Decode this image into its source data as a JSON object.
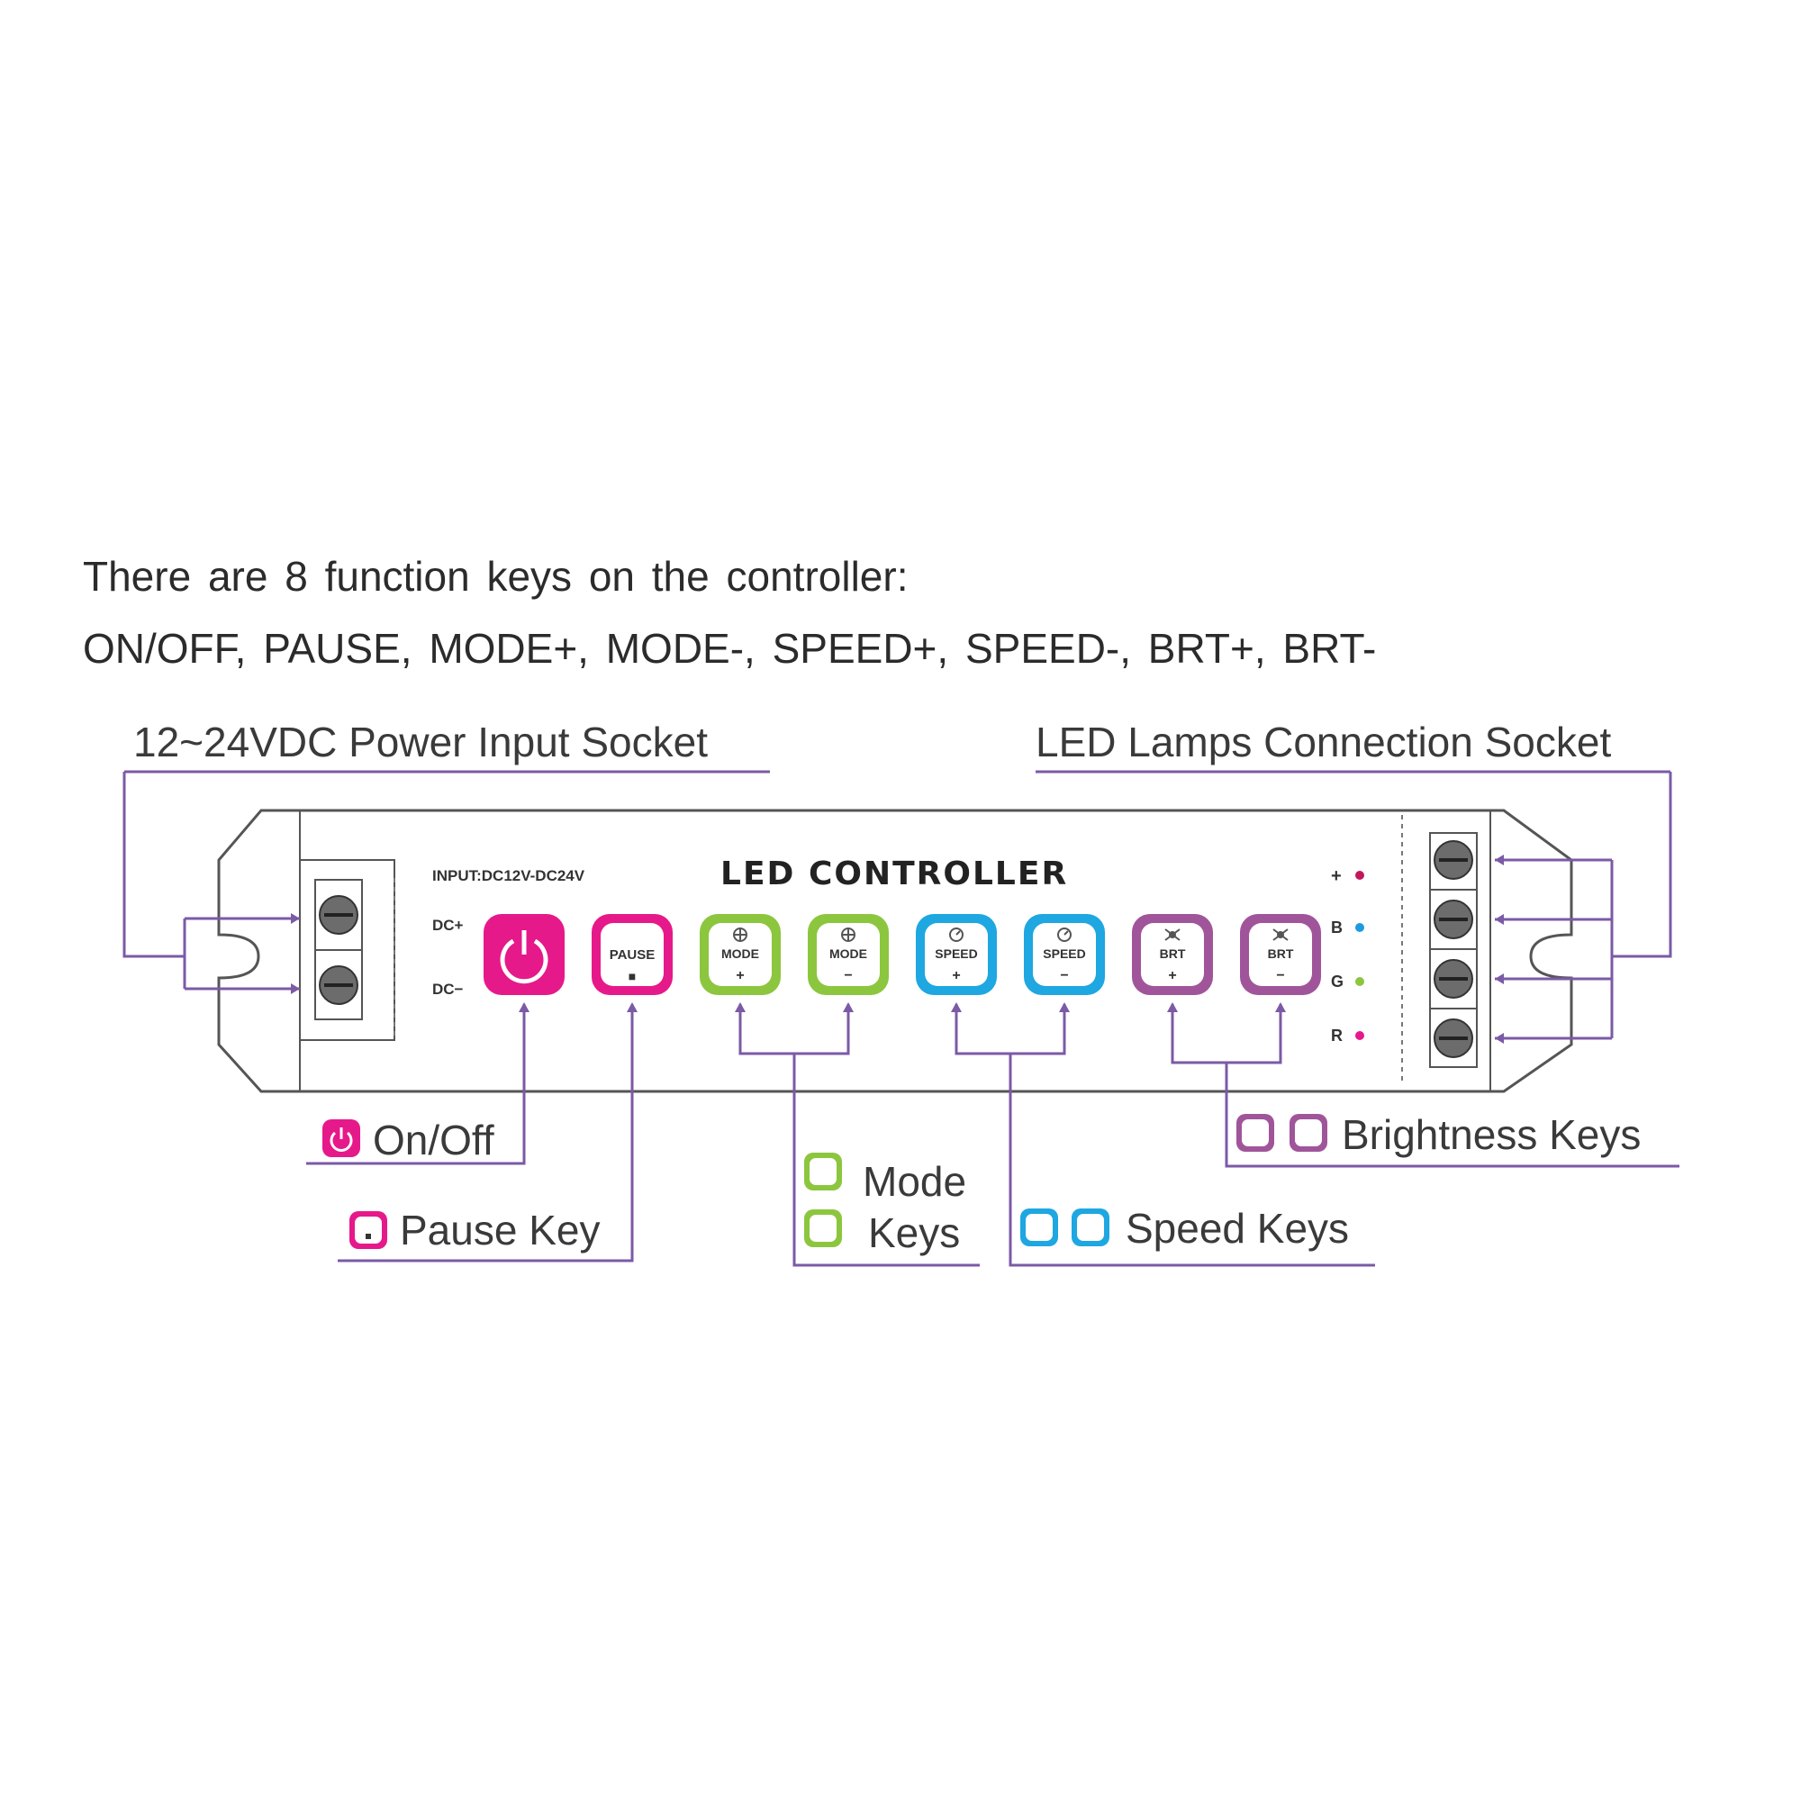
{
  "intro": {
    "line1": "There are 8 function keys on the controller:",
    "line2": "ON/OFF, PAUSE, MODE+, MODE-, SPEED+, SPEED-, BRT+, BRT-"
  },
  "sockets": {
    "power": "12~24VDC Power Input Socket",
    "led": "LED Lamps Connection Socket"
  },
  "device": {
    "title": "LED CONTROLLER",
    "input_label": "INPUT:DC12V-DC24V",
    "dc_plus": "DC+",
    "dc_minus": "DC−",
    "outputs": [
      {
        "label": "+",
        "color": "#c2185b"
      },
      {
        "label": "B",
        "color": "#1e9be0"
      },
      {
        "label": "G",
        "color": "#8cc63f"
      },
      {
        "label": "R",
        "color": "#e6198a"
      }
    ]
  },
  "keys": [
    {
      "name": "on-off",
      "icon": "power-icon",
      "text": "",
      "sign": "",
      "color": "#e6198a"
    },
    {
      "name": "pause",
      "icon": "pause-icon",
      "text": "PAUSE",
      "sign": "■",
      "color": "#e6198a"
    },
    {
      "name": "mode-plus",
      "icon": "mode-icon",
      "text": "MODE",
      "sign": "+",
      "color": "#8cc63f"
    },
    {
      "name": "mode-minus",
      "icon": "mode-icon",
      "text": "MODE",
      "sign": "−",
      "color": "#8cc63f"
    },
    {
      "name": "speed-plus",
      "icon": "speed-icon",
      "text": "SPEED",
      "sign": "+",
      "color": "#1ea7e1"
    },
    {
      "name": "speed-minus",
      "icon": "speed-icon",
      "text": "SPEED",
      "sign": "−",
      "color": "#1ea7e1"
    },
    {
      "name": "brt-plus",
      "icon": "brightness-icon",
      "text": "BRT",
      "sign": "+",
      "color": "#a0559a"
    },
    {
      "name": "brt-minus",
      "icon": "brightness-icon",
      "text": "BRT",
      "sign": "−",
      "color": "#a0559a"
    }
  ],
  "callouts": {
    "onoff": "On/Off",
    "pause": "Pause Key",
    "mode_line1": "Mode",
    "mode_line2": "Keys",
    "speed": "Speed Keys",
    "brightness": "Brightness Keys"
  },
  "colors": {
    "leader": "#7b5aa6",
    "magenta": "#e6198a",
    "green": "#8cc63f",
    "cyan": "#1ea7e1",
    "purple": "#a0559a"
  }
}
